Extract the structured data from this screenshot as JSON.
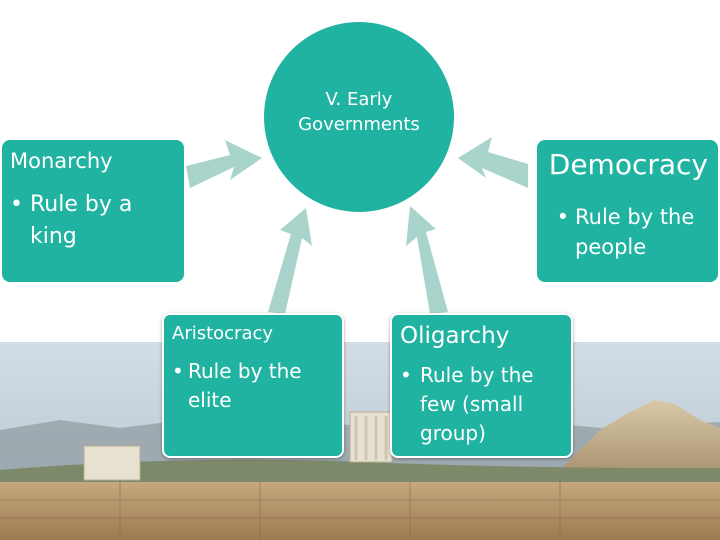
{
  "diagram": {
    "center": {
      "title": "V. Early Governments"
    },
    "nodes": {
      "monarchy": {
        "title": "Monarchy",
        "bullet": "Rule by a king"
      },
      "democracy": {
        "title": "Democracy",
        "bullet": "Rule by the people"
      },
      "aristocracy": {
        "title": "Aristocracy",
        "bullet": "Rule by the elite"
      },
      "oligarchy": {
        "title": "Oligarchy",
        "bullet": "Rule by the few (small group)"
      }
    },
    "bullet_symbol": "•",
    "colors": {
      "node_fill": "#20b3a2",
      "arrow_fill": "#a9d4cc",
      "text": "#ffffff",
      "sky": "#c9d6df",
      "stone": "#b89a72"
    }
  }
}
